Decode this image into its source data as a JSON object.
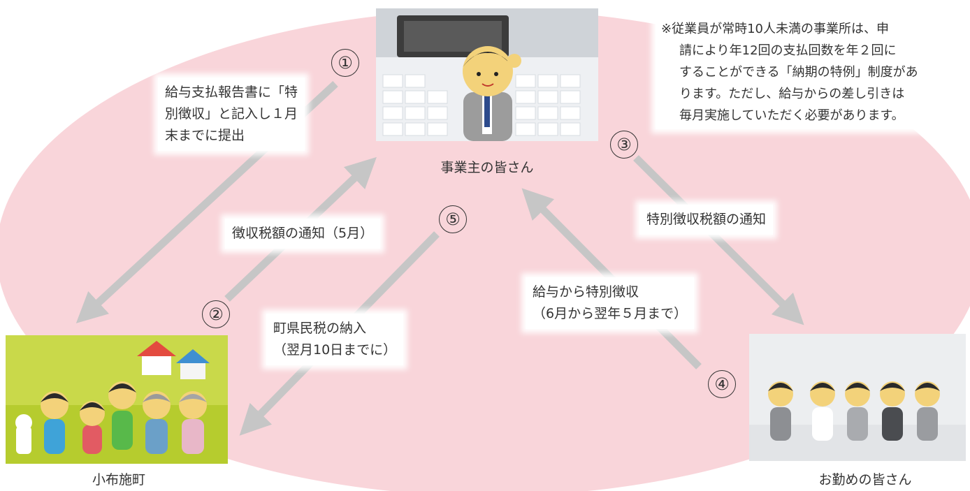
{
  "colors": {
    "ellipse": "#f9d5da",
    "arrow": "#c6c6c6",
    "text": "#333333"
  },
  "nodes": {
    "employer": "事業主の皆さん",
    "town": "小布施町",
    "employees": "お勤めの皆さん"
  },
  "steps": {
    "s1": {
      "num": "①",
      "lines": [
        "給与支払報告書に「特",
        "別徴収」と記入し１月",
        "末までに提出"
      ]
    },
    "s2": {
      "num": "②",
      "text": "徴収税額の通知（5月）"
    },
    "s3": {
      "num": "③",
      "text": "特別徴収税額の通知"
    },
    "s4": {
      "num": "④",
      "lines": [
        "給与から特別徴収",
        "（6月から翌年５月まで）"
      ]
    },
    "s5": {
      "num": "⑤",
      "lines": [
        "町県民税の納入",
        "（翌月10日までに）"
      ]
    }
  },
  "note": {
    "lines": [
      "※従業員が常時10人未満の事業所は、申",
      "請により年12回の支払回数を年２回に",
      "することができる「納期の特例」制度があ",
      "ります。ただし、給与からの差し引きは",
      "毎月実施していただく必要があります。"
    ]
  }
}
